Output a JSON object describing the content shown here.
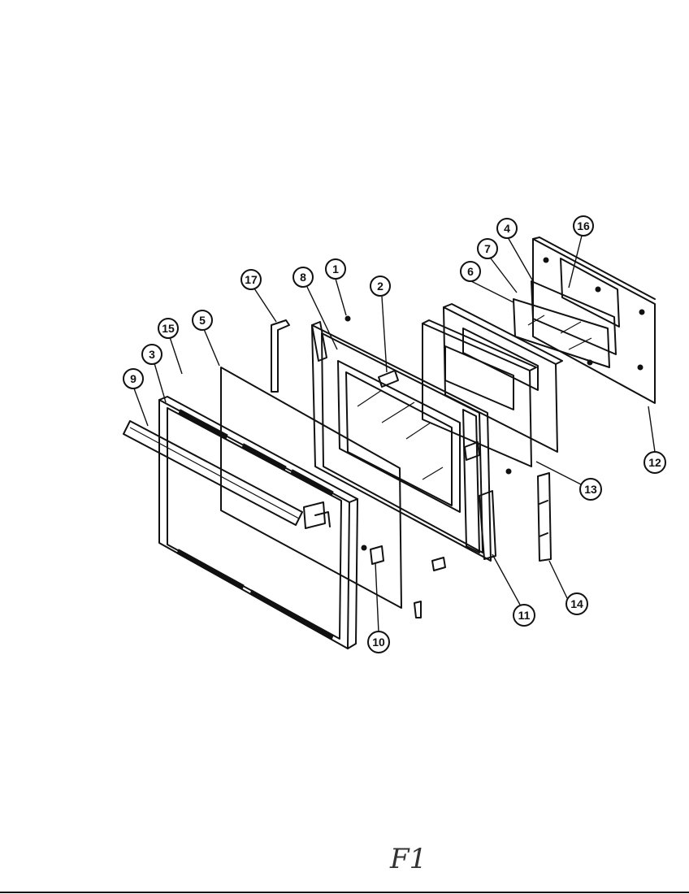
{
  "callouts": [
    {
      "id": "1",
      "label": "1"
    },
    {
      "id": "2",
      "label": "2"
    },
    {
      "id": "3",
      "label": "3"
    },
    {
      "id": "4",
      "label": "4"
    },
    {
      "id": "5",
      "label": "5"
    },
    {
      "id": "6",
      "label": "6"
    },
    {
      "id": "7",
      "label": "7"
    },
    {
      "id": "8",
      "label": "8"
    },
    {
      "id": "9",
      "label": "9"
    },
    {
      "id": "10",
      "label": "10"
    },
    {
      "id": "11",
      "label": "11"
    },
    {
      "id": "12",
      "label": "12"
    },
    {
      "id": "13",
      "label": "13"
    },
    {
      "id": "14",
      "label": "14"
    },
    {
      "id": "15",
      "label": "15"
    },
    {
      "id": "16",
      "label": "16"
    },
    {
      "id": "17",
      "label": "17"
    }
  ],
  "figure_mark": "F1"
}
